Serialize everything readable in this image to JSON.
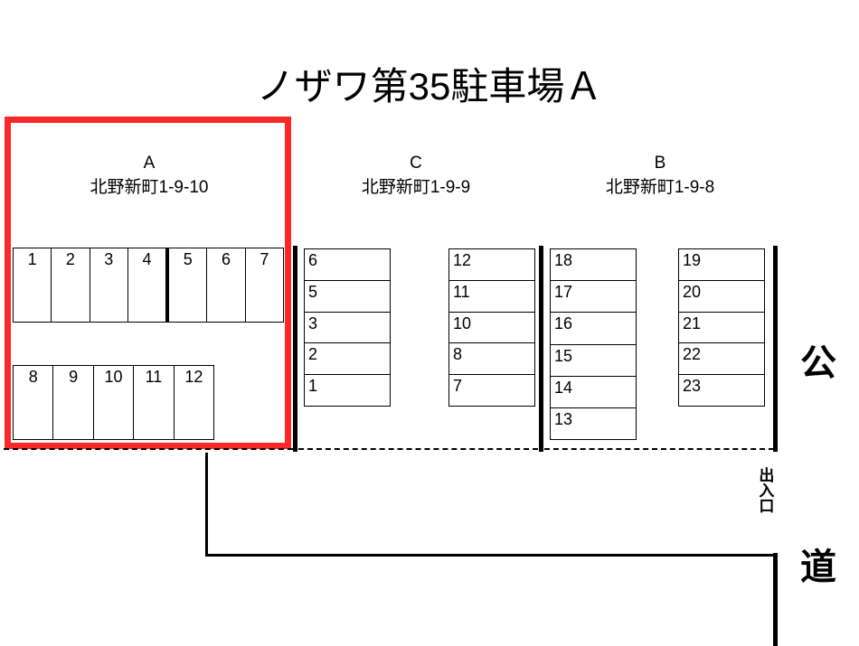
{
  "title": "ノザワ第35駐車場Ａ",
  "highlight_color": "#fb2828",
  "blocks": [
    {
      "id": "A",
      "code": "A",
      "address": "北野新町1-9-10",
      "highlighted": true,
      "rows": [
        {
          "numbers": [
            "1",
            "2",
            "3",
            "4",
            "5",
            "6",
            "7"
          ],
          "thick_divider_before": "5"
        },
        {
          "numbers": [
            "8",
            "9",
            "10",
            "11",
            "12"
          ],
          "thick_divider_before": ""
        }
      ]
    },
    {
      "id": "col2",
      "code": "",
      "address": "",
      "highlighted": false,
      "numbers": [
        "6",
        "5",
        "3",
        "2",
        "1"
      ]
    },
    {
      "id": "C",
      "code": "C",
      "address": "北野新町1-9-9",
      "highlighted": false,
      "numbers": [
        "12",
        "11",
        "10",
        "8",
        "7"
      ]
    },
    {
      "id": "col4",
      "code": "",
      "address": "",
      "highlighted": false,
      "numbers": [
        "18",
        "17",
        "16",
        "15",
        "14",
        "13"
      ]
    },
    {
      "id": "B",
      "code": "B",
      "address": "北野新町1-9-8",
      "highlighted": false,
      "numbers": [
        "19",
        "20",
        "21",
        "22",
        "23"
      ]
    }
  ],
  "road": {
    "label_top": "公",
    "label_bottom": "道",
    "entrance_label": "出入口"
  }
}
